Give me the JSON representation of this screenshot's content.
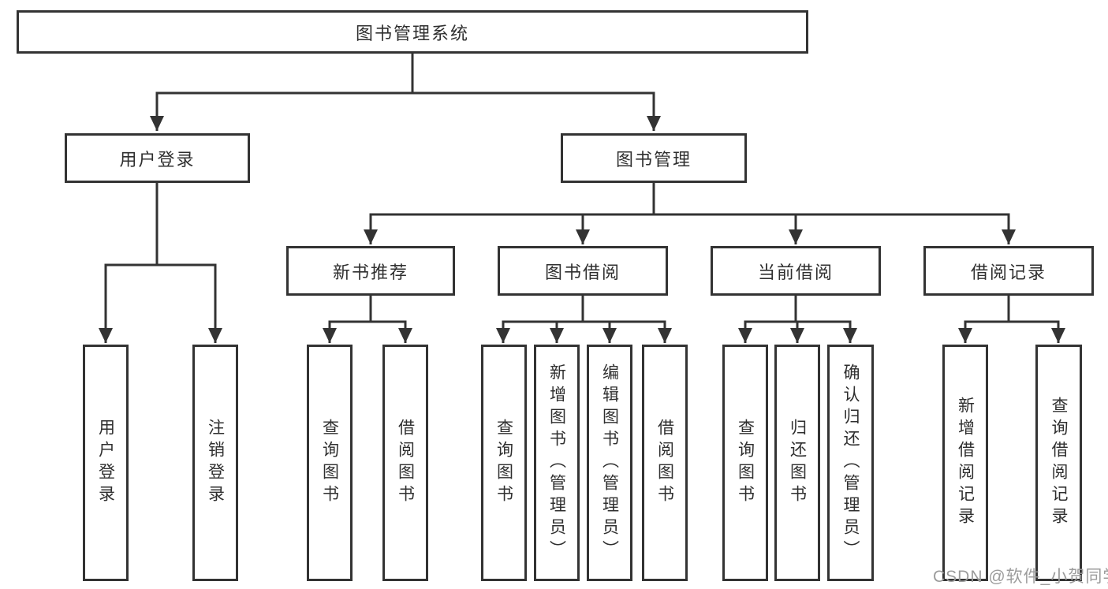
{
  "diagram": {
    "title": "图书管理系统",
    "branches": [
      {
        "label": "用户登录",
        "children": [
          {
            "label": "用户登录"
          },
          {
            "label": "注销登录"
          }
        ]
      },
      {
        "label": "图书管理",
        "children": [
          {
            "label": "新书推荐",
            "children": [
              {
                "label": "查询图书"
              },
              {
                "label": "借阅图书"
              }
            ]
          },
          {
            "label": "图书借阅",
            "children": [
              {
                "label": "查询图书"
              },
              {
                "label": "新增图书（管理员）"
              },
              {
                "label": "编辑图书（管理员）"
              },
              {
                "label": "借阅图书"
              }
            ]
          },
          {
            "label": "当前借阅",
            "children": [
              {
                "label": "查询图书"
              },
              {
                "label": "归还图书"
              },
              {
                "label": "确认归还（管理员）"
              }
            ]
          },
          {
            "label": "借阅记录",
            "children": [
              {
                "label": "新增借阅记录"
              },
              {
                "label": "查询借阅记录"
              }
            ]
          }
        ]
      }
    ]
  },
  "watermark": "CSDN @软件_小贺同学",
  "colors": {
    "line": "#333333",
    "text": "#2f2f2f",
    "watermark": "#9c9c9c",
    "background": "#ffffff"
  }
}
